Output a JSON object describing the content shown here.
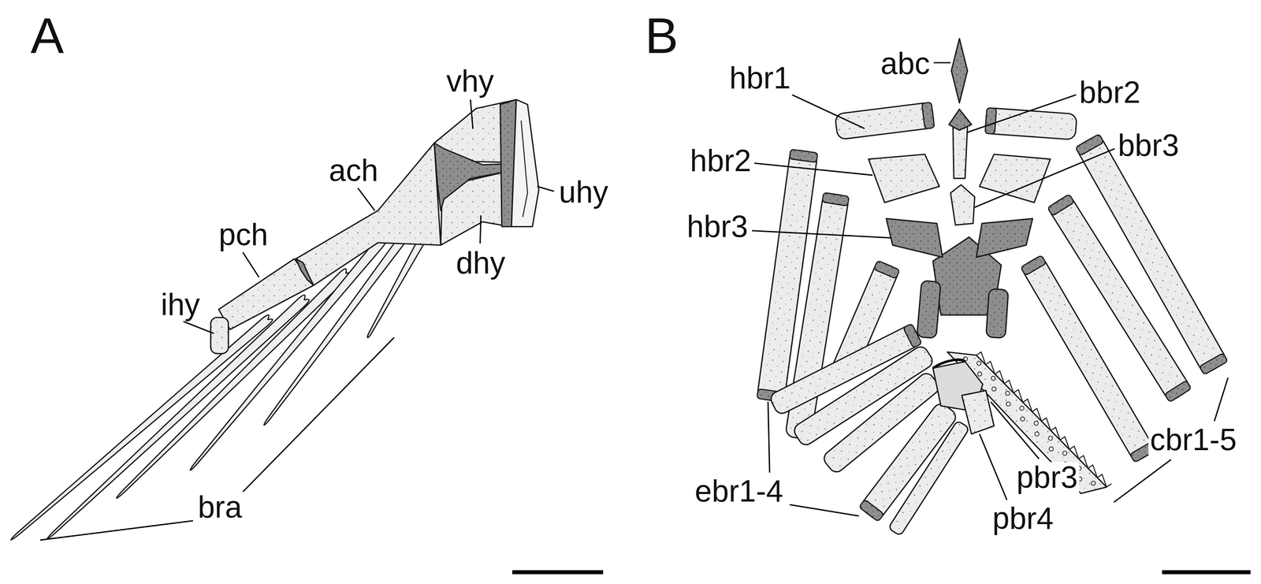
{
  "diagram": {
    "labels": [
      "A",
      "B",
      "vhy",
      "ach",
      "uhy",
      "pch",
      "dhy",
      "ihy",
      "bra",
      "abc",
      "hbr1",
      "bbr2",
      "hbr2",
      "bbr3",
      "hbr3",
      "cbr1-5",
      "ebr1-4",
      "pbr3",
      "pbr4"
    ]
  }
}
